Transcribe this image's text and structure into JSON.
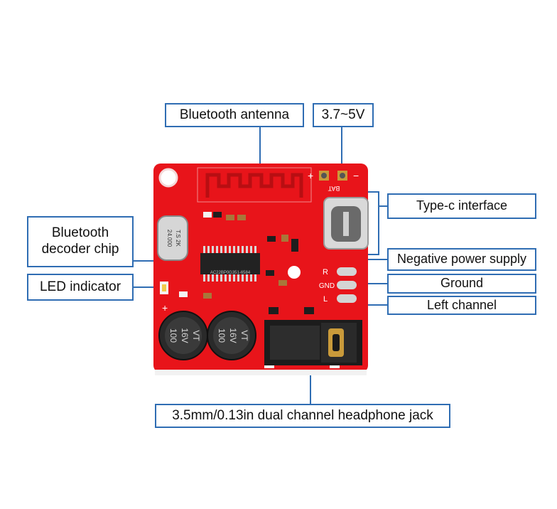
{
  "labels": {
    "bluetooth_antenna": "Bluetooth antenna",
    "voltage": "3.7~5V",
    "type_c": "Type-c interface",
    "decoder_line1": "Bluetooth",
    "decoder_line2": "decoder chip",
    "negative_power": "Negative power supply",
    "led": "LED indicator",
    "ground": "Ground",
    "left_channel": "Left channel",
    "headphone_jack": "3.5mm/0.13in dual channel headphone jack"
  },
  "board": {
    "pad_labels": [
      "R",
      "GND",
      "L"
    ],
    "bat_label": "BAT",
    "plus": "+",
    "minus": "−",
    "led_plus": "+",
    "crystal_text": [
      "24.000",
      "T.S 2K"
    ],
    "chip_text": "AC22BP0G351-6584",
    "capacitor_text": [
      "100",
      "16V",
      "VT"
    ]
  },
  "colors": {
    "callout_border": "#2f6db3",
    "pcb_red": "#e8141a",
    "pcb_dark": "#b80e12",
    "capacitor": "#2a2a2a",
    "gold": "#c99a3a"
  }
}
